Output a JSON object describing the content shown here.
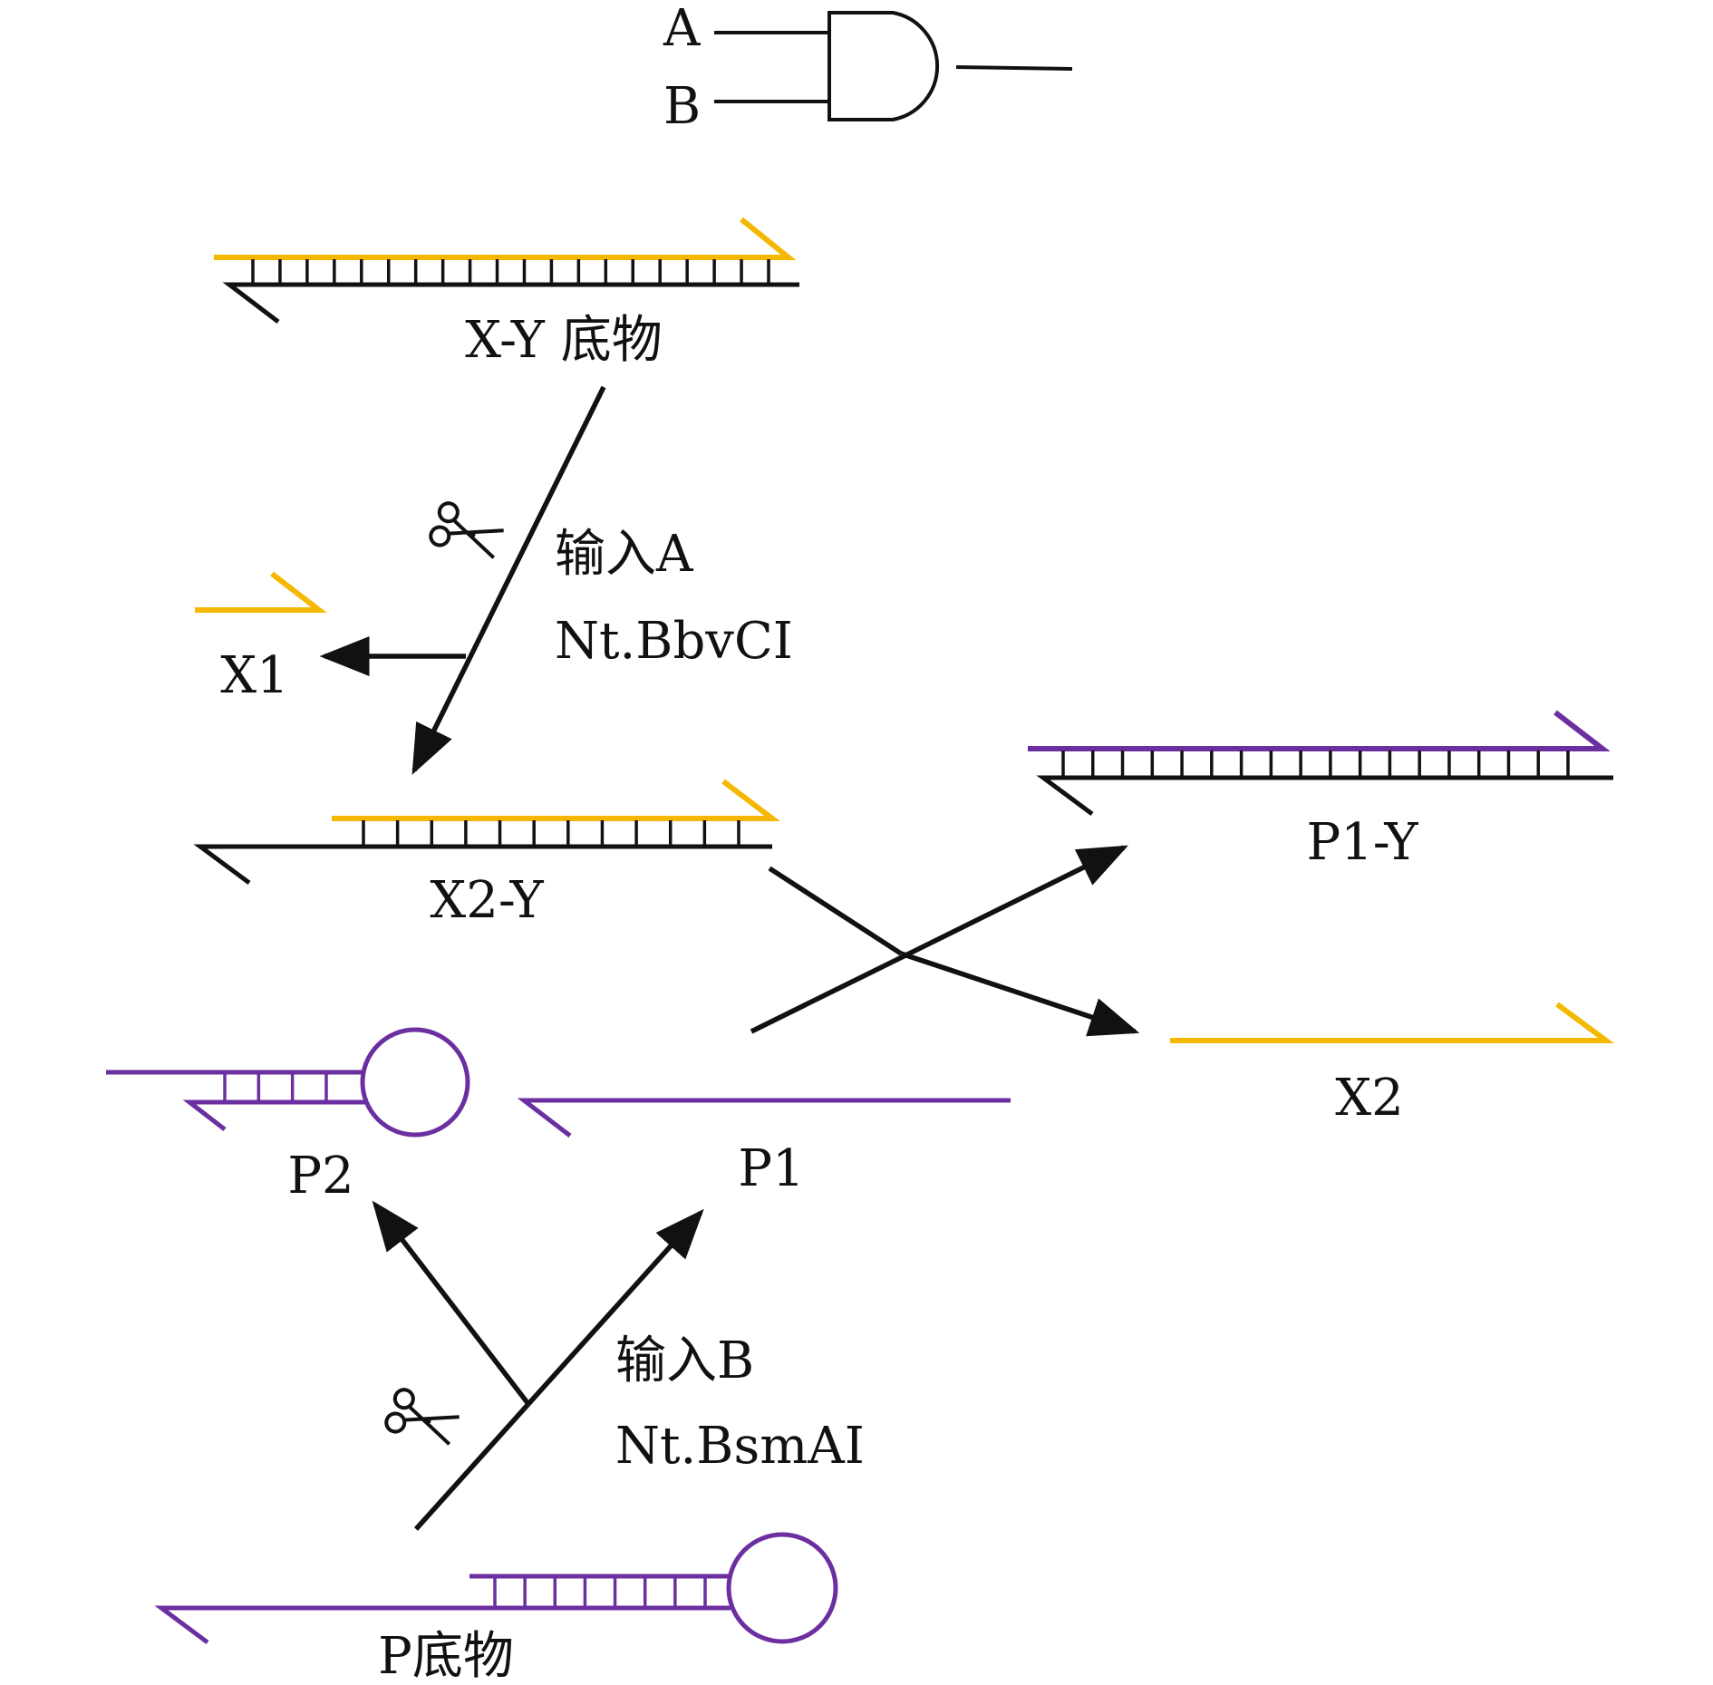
{
  "colors": {
    "yellow": "#F5B800",
    "purple": "#6B2FA0",
    "black": "#111111"
  },
  "gate": {
    "type": "AND",
    "input_a": "A",
    "input_b": "B"
  },
  "labels": {
    "xy_substrate": "X-Y 底物",
    "input_a": "输入A",
    "enzyme_a": "Nt.BbvCI",
    "x1": "X1",
    "x2y": "X2-Y",
    "p1y": "P1-Y",
    "x2": "X2",
    "p2": "P2",
    "p1": "P1",
    "input_b": "输入B",
    "enzyme_b": "Nt.BsmAI",
    "p_substrate": "P底物"
  },
  "icons": {
    "scissors_a": "scissors-icon",
    "scissors_b": "scissors-icon"
  }
}
